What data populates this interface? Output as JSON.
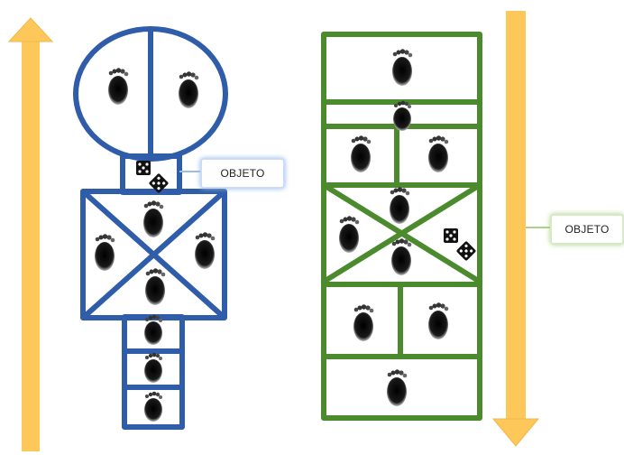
{
  "callouts": {
    "blue": "OBJETO",
    "green": "OBJETO"
  },
  "colors": {
    "arrow": "#FDC75A",
    "arrow_edge": "#E9B24A",
    "blue_board": "#2F5DAA",
    "green_board": "#4C8A2E",
    "footprint": "#111111",
    "dice": "#111111"
  },
  "icons": [
    "up-arrow",
    "down-arrow",
    "footprint-icon",
    "dice-icon"
  ]
}
